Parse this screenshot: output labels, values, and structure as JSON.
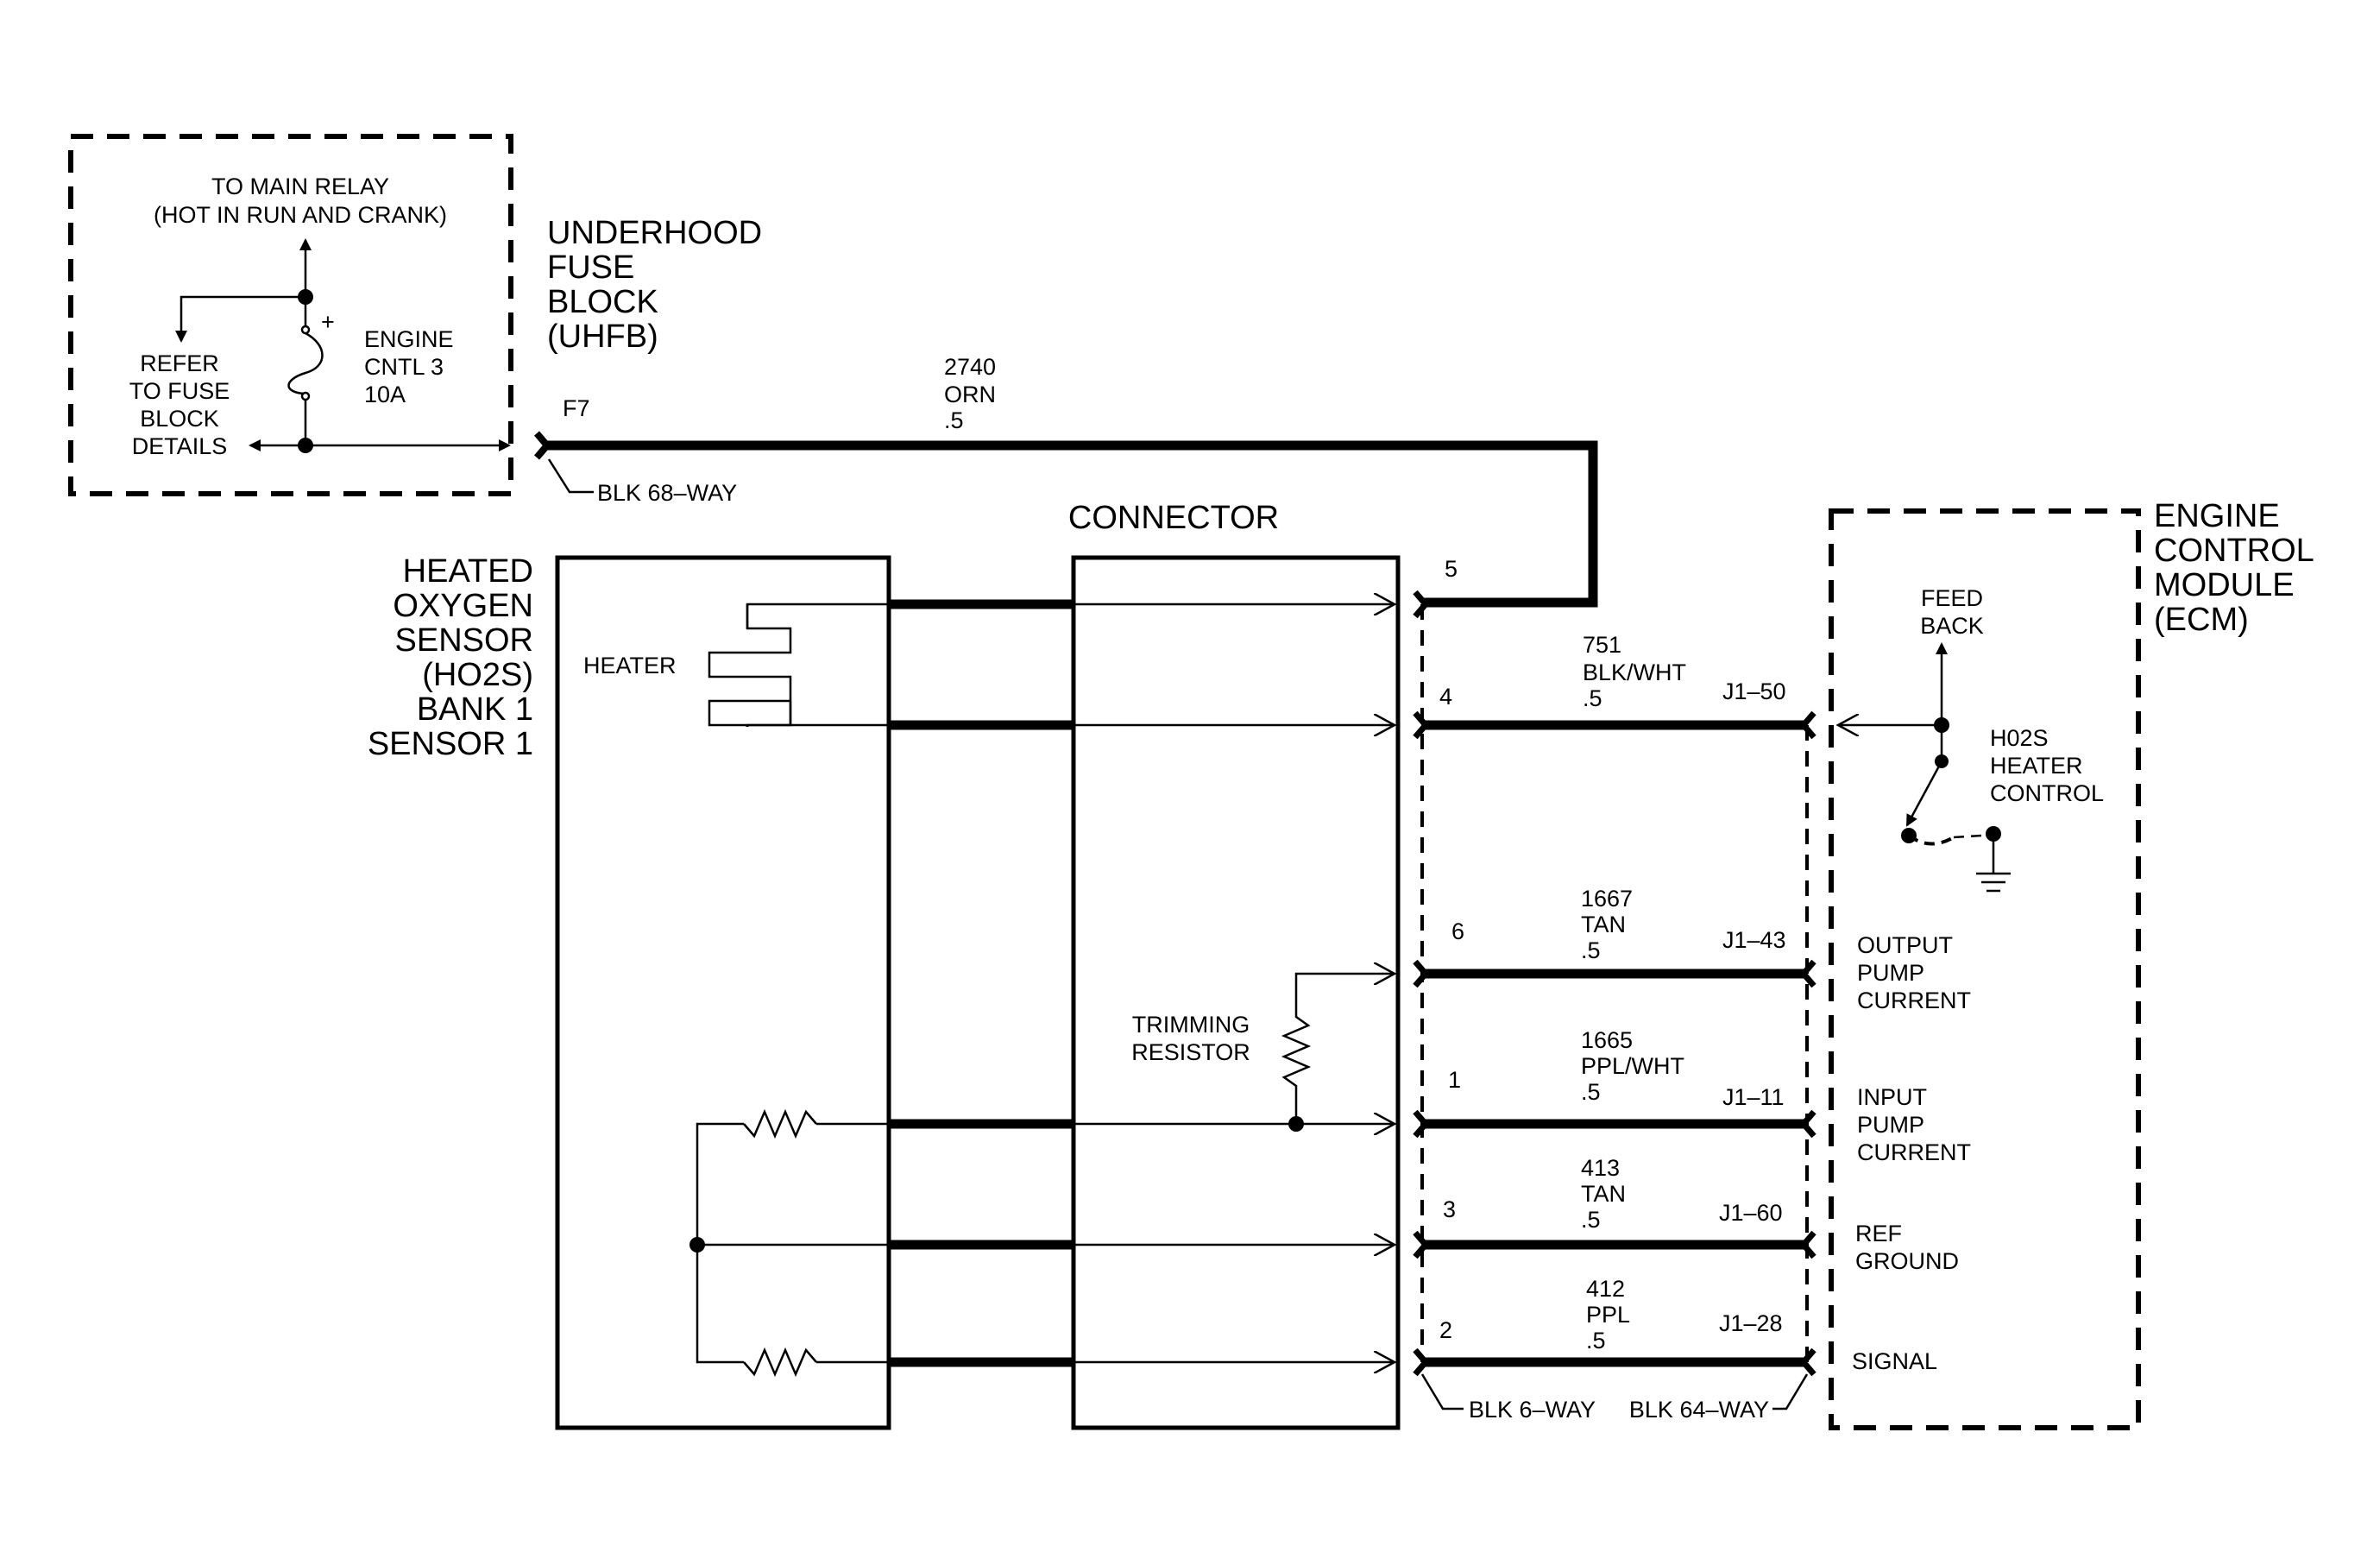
{
  "fuse_block": {
    "title_lines": [
      "UNDERHOOD",
      "FUSE",
      "BLOCK",
      "(UHFB)"
    ],
    "main_relay_lines": [
      "TO MAIN RELAY",
      "(HOT IN RUN AND CRANK)"
    ],
    "refer_lines": [
      "REFER",
      "TO FUSE",
      "BLOCK",
      "DETAILS"
    ],
    "fuse_lines": [
      "ENGINE",
      "CNTL 3",
      "10A"
    ],
    "plus_mark": "+",
    "terminal": "F7",
    "connector": "BLK 68–WAY"
  },
  "feed_wire": {
    "circuit": "2740",
    "color": "ORN",
    "gauge": ".5"
  },
  "sensor": {
    "title_lines": [
      "HEATED",
      "OXYGEN",
      "SENSOR",
      "(HO2S)",
      "BANK 1",
      "SENSOR 1"
    ],
    "heater_label": "HEATER"
  },
  "connector": {
    "title": "CONNECTOR",
    "trimming_lines": [
      "TRIMMING",
      "RESISTOR"
    ],
    "bottom_left": "BLK 6–WAY",
    "bottom_right": "BLK 64–WAY"
  },
  "wires": [
    {
      "pin": "5",
      "circuit": "",
      "color": "",
      "gauge": "",
      "ecm_pin": "",
      "ecm_label": []
    },
    {
      "pin": "4",
      "circuit": "751",
      "color": "BLK/WHT",
      "gauge": ".5",
      "ecm_pin": "J1–50",
      "ecm_label": []
    },
    {
      "pin": "6",
      "circuit": "1667",
      "color": "TAN",
      "gauge": ".5",
      "ecm_pin": "J1–43",
      "ecm_label": [
        "OUTPUT",
        "PUMP",
        "CURRENT"
      ]
    },
    {
      "pin": "1",
      "circuit": "1665",
      "color": "PPL/WHT",
      "gauge": ".5",
      "ecm_pin": "J1–11",
      "ecm_label": [
        "INPUT",
        "PUMP",
        "CURRENT"
      ]
    },
    {
      "pin": "3",
      "circuit": "413",
      "color": "TAN",
      "gauge": ".5",
      "ecm_pin": "J1–60",
      "ecm_label": [
        "REF",
        "GROUND"
      ]
    },
    {
      "pin": "2",
      "circuit": "412",
      "color": "PPL",
      "gauge": ".5",
      "ecm_pin": "J1–28",
      "ecm_label": [
        "SIGNAL"
      ]
    }
  ],
  "ecm": {
    "title_lines": [
      "ENGINE",
      "CONTROL",
      "MODULE",
      "(ECM)"
    ],
    "feedback_lines": [
      "FEED",
      "BACK"
    ],
    "heater_control_lines": [
      "H02S",
      "HEATER",
      "CONTROL"
    ]
  }
}
